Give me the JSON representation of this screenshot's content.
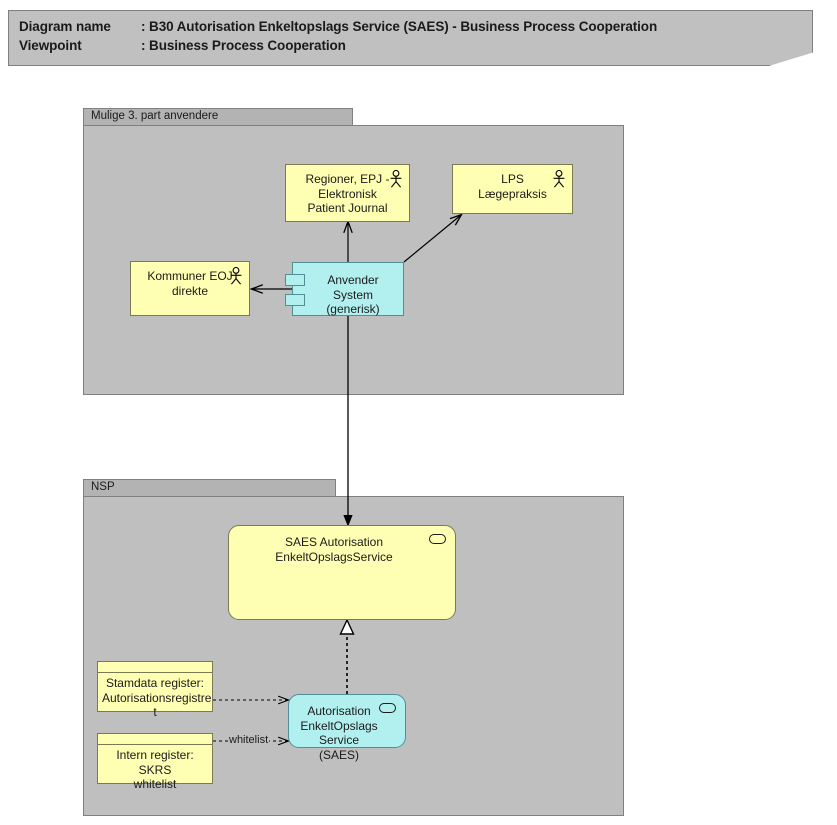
{
  "header": {
    "diagram_name_label": "Diagram name",
    "diagram_name_sep": ": ",
    "diagram_name_value": "B30 Autorisation Enkeltopslags Service (SAES) - Business Process Cooperation",
    "viewpoint_label": "Viewpoint",
    "viewpoint_sep": ": ",
    "viewpoint_value": "Business Process Cooperation"
  },
  "groups": [
    {
      "id": "third-party",
      "label": "Mulige 3. part anvendere"
    },
    {
      "id": "nsp",
      "label": "NSP"
    }
  ],
  "nodes": {
    "regioner_epj": {
      "label": "Regioner, EPJ -\nElektronisk\nPatient Journal",
      "type": "business-actor",
      "icon": "actor-icon"
    },
    "lps": {
      "label": "LPS\nLægepraksis",
      "type": "business-actor",
      "icon": "actor-icon"
    },
    "kommuner_eoj": {
      "label": "Kommuner EOJ\ndirekte",
      "type": "business-actor",
      "icon": "actor-icon"
    },
    "anvender_system": {
      "label": "Anvender System\n(generisk)",
      "type": "application-component",
      "icon": "component-icon"
    },
    "saes_service": {
      "label": "SAES Autorisation\nEnkeltOpslagsService",
      "type": "business-service",
      "icon": "service-oval-icon"
    },
    "autorisation_component": {
      "label": "Autorisation\nEnkeltOpslags\nService (SAES)",
      "type": "application-service",
      "icon": "service-oval-icon"
    },
    "stamdata_register": {
      "label": "Stamdata register:\nAutorisationsregistre\nt",
      "type": "data-object"
    },
    "intern_register": {
      "label": "Intern register: SKRS\nwhitelist",
      "type": "data-object"
    }
  },
  "edges": [
    {
      "name": "anvender-to-regioner",
      "label": ""
    },
    {
      "name": "anvender-to-lps",
      "label": ""
    },
    {
      "name": "anvender-to-kommuner",
      "label": ""
    },
    {
      "name": "anvender-to-saes",
      "label": ""
    },
    {
      "name": "autorisation-realizes-saes",
      "label": ""
    },
    {
      "name": "stamdata-to-autorisation",
      "label": ""
    },
    {
      "name": "intern-to-autorisation",
      "label": "whitelist"
    }
  ],
  "colors": {
    "banner_fill": "#c0c0c0",
    "group_tab_fill": "#b3b3b3",
    "group_body_fill": "#bfbfbf",
    "business_yellow": "#ffffb3",
    "application_cyan": "#b2f0f0",
    "border_dark": "#808080",
    "line": "#000000"
  }
}
